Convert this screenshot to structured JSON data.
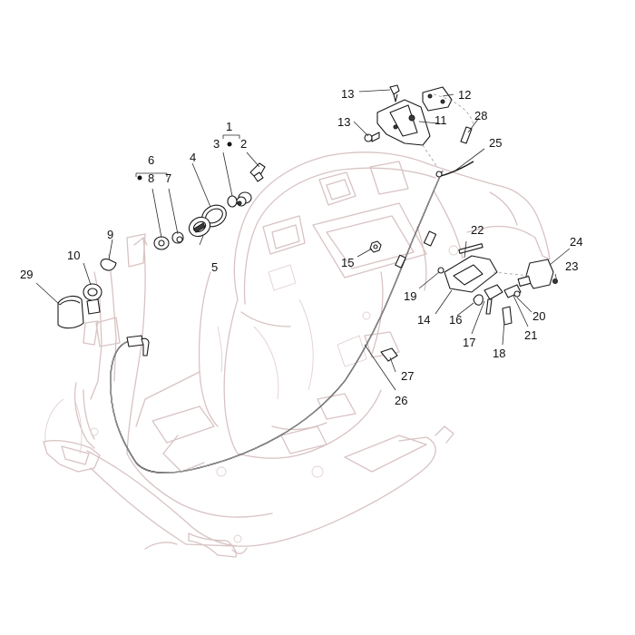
{
  "callouts": {
    "c1": "1",
    "c2": "2",
    "c3": "3",
    "c4": "4",
    "c5": "5",
    "c6": "6",
    "c7": "7",
    "c8": "8",
    "c9": "9",
    "c10": "10",
    "c11": "11",
    "c12": "12",
    "c13a": "13",
    "c13b": "13",
    "c14": "14",
    "c15": "15",
    "c16": "16",
    "c17": "17",
    "c18": "18",
    "c19": "19",
    "c20": "20",
    "c21": "21",
    "c22": "22",
    "c23": "23",
    "c24": "24",
    "c25": "25",
    "c26": "26",
    "c27": "27",
    "c28": "28",
    "c29": "29"
  },
  "colors": {
    "frame": "#d8c3c3",
    "parts": "#1a1a1a",
    "labels": "#111111"
  }
}
